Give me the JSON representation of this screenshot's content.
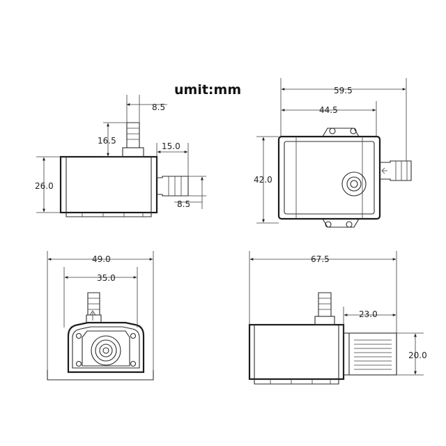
{
  "unit_label": "umit:mm",
  "views": {
    "side": {
      "outlet_dia": "8.5",
      "outlet_len": "16.5",
      "inlet_len": "15.0",
      "height": "26.0",
      "inlet_dia": "8.5"
    },
    "top": {
      "overall_len": "59.5",
      "body_len": "44.5",
      "width": "42.0"
    },
    "front": {
      "width": "49.0",
      "inner_width": "35.0"
    },
    "right": {
      "overall_len": "67.5",
      "inlet_len": "23.0",
      "inlet_dia": "20.0"
    }
  }
}
